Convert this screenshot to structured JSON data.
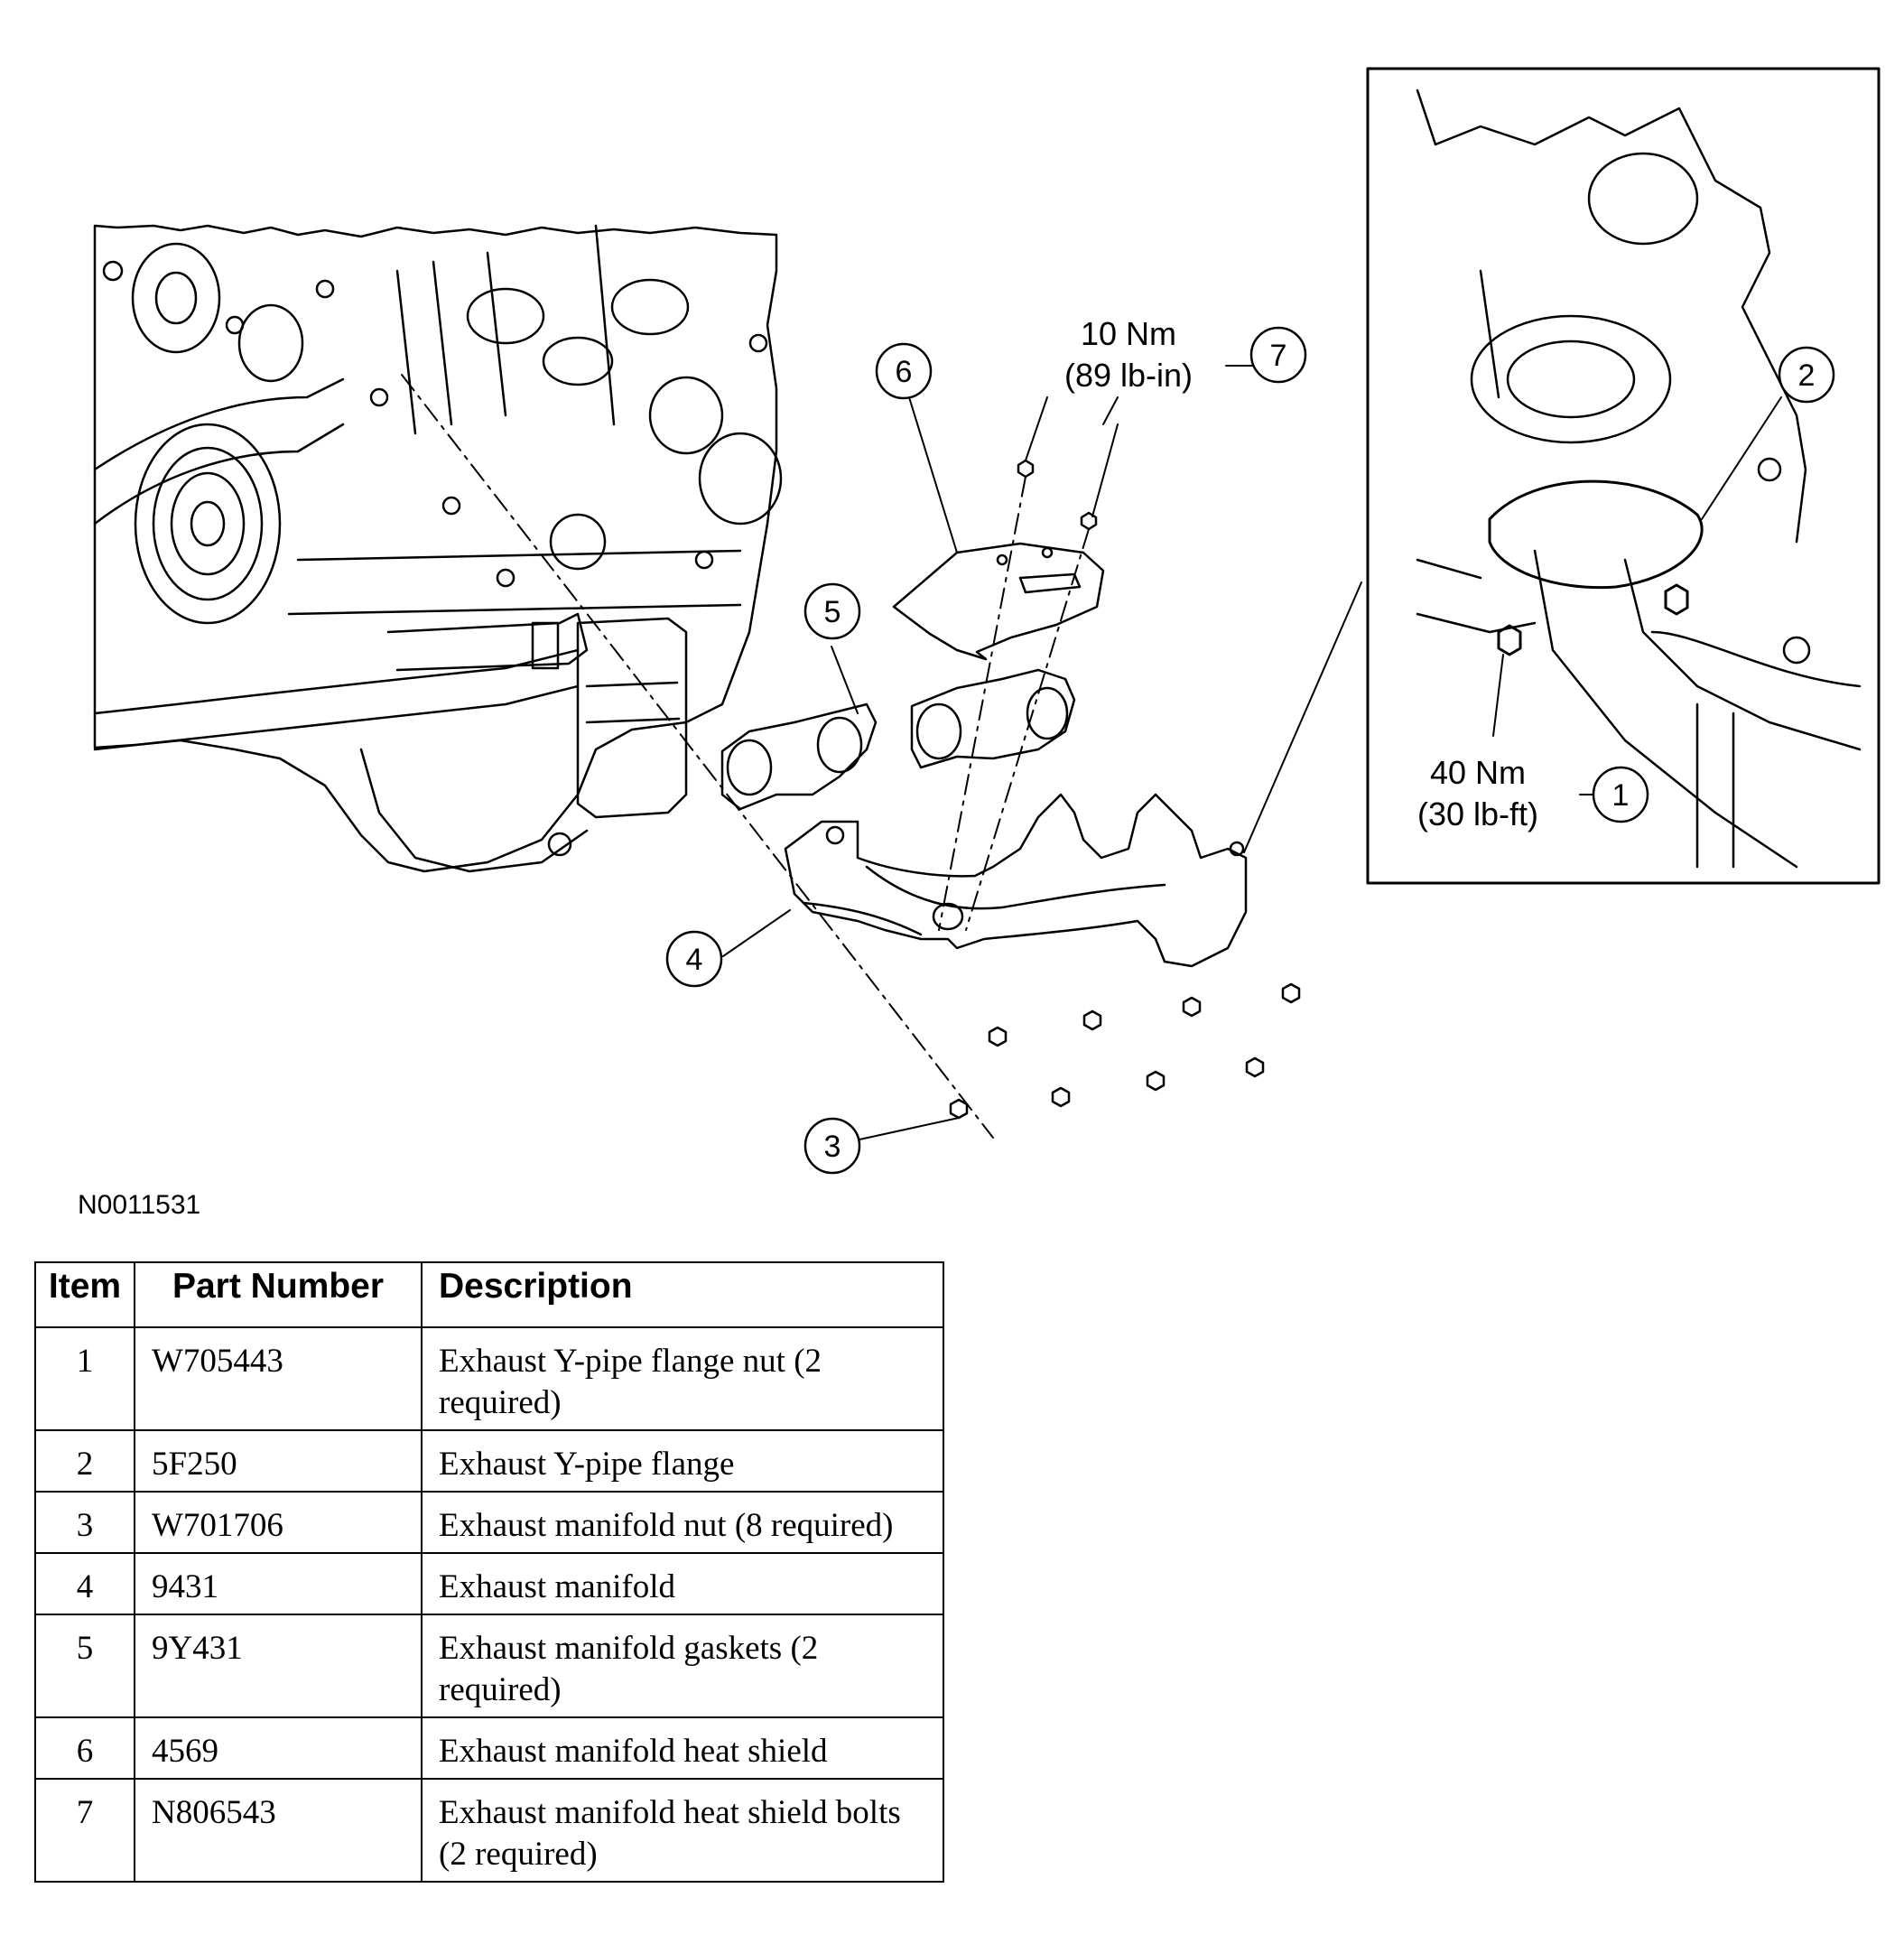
{
  "figure_id": "N0011531",
  "callouts": [
    {
      "number": "1"
    },
    {
      "number": "2"
    },
    {
      "number": "3"
    },
    {
      "number": "4"
    },
    {
      "number": "5"
    },
    {
      "number": "6"
    },
    {
      "number": "7"
    }
  ],
  "torque_specs": [
    {
      "item": "7",
      "metric": "10 Nm",
      "imperial": "(89 lb-in)"
    },
    {
      "item": "1",
      "metric": "40 Nm",
      "imperial": "(30 lb-ft)"
    }
  ],
  "table": {
    "headers": [
      "Item",
      "Part Number",
      "Description"
    ],
    "rows": [
      {
        "item": "1",
        "part_number": "W705443",
        "description": "Exhaust Y-pipe flange nut (2 required)"
      },
      {
        "item": "2",
        "part_number": "5F250",
        "description": "Exhaust Y-pipe flange"
      },
      {
        "item": "3",
        "part_number": "W701706",
        "description": "Exhaust manifold nut (8 required)"
      },
      {
        "item": "4",
        "part_number": "9431",
        "description": "Exhaust manifold"
      },
      {
        "item": "5",
        "part_number": "9Y431",
        "description": "Exhaust manifold gaskets (2 required)"
      },
      {
        "item": "6",
        "part_number": "4569",
        "description": "Exhaust manifold heat shield"
      },
      {
        "item": "7",
        "part_number": "N806543",
        "description": "Exhaust manifold heat shield bolts (2 required)"
      }
    ]
  }
}
